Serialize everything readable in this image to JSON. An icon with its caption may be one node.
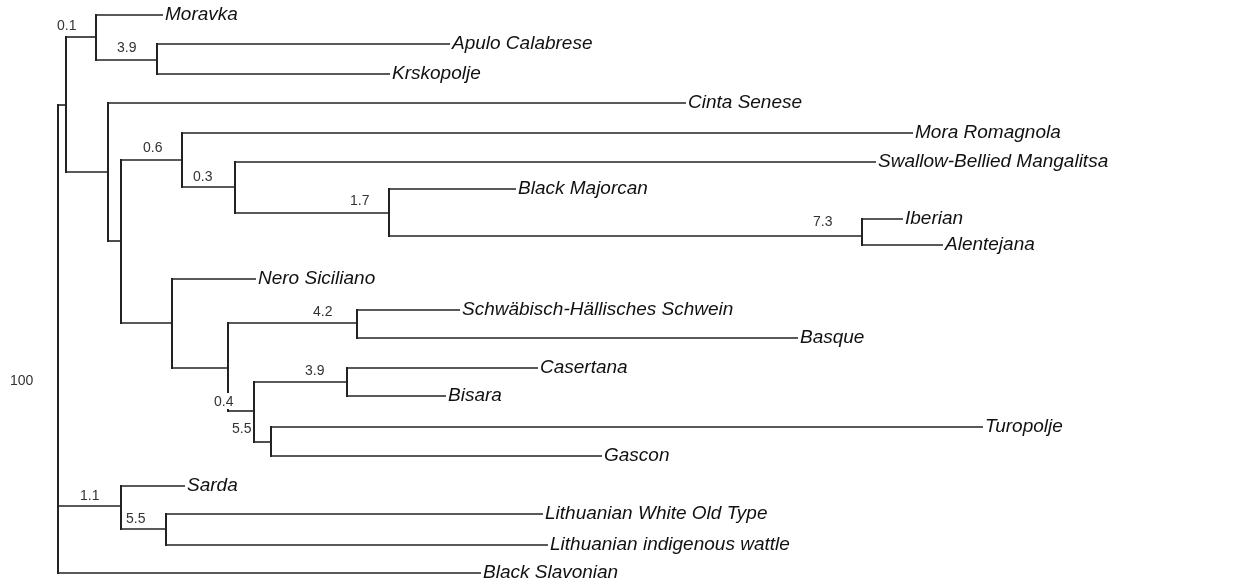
{
  "diagram": {
    "nodes": [
      {
        "text": [],
        "shape": "bar",
        "beside": [
          "100"
        ]
      },
      {
        "text": [],
        "shape": "bar"
      },
      {
        "text": [],
        "shape": "bar"
      },
      {
        "text": [
          "Moravka"
        ]
      },
      {
        "text": [],
        "shape": "bar",
        "beside": [
          "3.9"
        ]
      },
      {
        "text": [
          "Apulo Calabrese"
        ]
      },
      {
        "text": [
          "Krskopolje"
        ]
      },
      {
        "text": [],
        "shape": "bar"
      },
      {
        "text": [
          "Cinta Senese"
        ]
      },
      {
        "text": [],
        "shape": "bar"
      },
      {
        "text": [],
        "shape": "bar",
        "beside": [
          "0.6"
        ]
      },
      {
        "text": [
          "Mora Romagnola"
        ]
      },
      {
        "text": [],
        "shape": "bar"
      },
      {
        "text": [
          "Swallow-Bellied Mangalitsa"
        ]
      },
      {
        "text": [],
        "shape": "bar",
        "beside": [
          "1.7"
        ]
      },
      {
        "text": [
          "Black Majorcan"
        ]
      },
      {
        "text": [],
        "shape": "bar",
        "beside": [
          "7.3"
        ]
      },
      {
        "text": [
          "Iberian"
        ]
      },
      {
        "text": [
          "Alentejana"
        ]
      },
      {
        "text": [],
        "shape": "bar"
      },
      {
        "text": [
          "Nero Siciliano"
        ]
      },
      {
        "text": [],
        "shape": "bar"
      },
      {
        "text": [],
        "shape": "bar",
        "beside": [
          "4.2"
        ]
      },
      {
        "text": [
          "Schwäbisch-Hällisches Schwein"
        ]
      },
      {
        "text": [
          "Basque"
        ]
      },
      {
        "text": [],
        "shape": "bar"
      },
      {
        "text": [],
        "shape": "bar",
        "beside": [
          "3.9"
        ]
      },
      {
        "text": [
          "Casertana"
        ]
      },
      {
        "text": [
          "Bisara"
        ]
      },
      {
        "text": [],
        "shape": "bar"
      },
      {
        "text": [
          "Turopolje"
        ]
      },
      {
        "text": [
          "Gascon"
        ]
      },
      {
        "text": [],
        "shape": "bar",
        "beside": [
          "1.1"
        ]
      },
      {
        "text": [
          "Sarda"
        ]
      },
      {
        "text": [],
        "shape": "bar"
      },
      {
        "text": [
          "Lithuanian White Old Type"
        ]
      },
      {
        "text": [
          "Lithuanian indigenous wattle"
        ]
      },
      {
        "text": [
          "Black Slavonian"
        ]
      }
    ],
    "edges": [
      {
        "from": 0,
        "to": 1,
        "arrow": "none"
      },
      {
        "from": 1,
        "to": 2,
        "arrow": "none"
      },
      {
        "from": 2,
        "to": 3,
        "arrow": "none"
      },
      {
        "from": 2,
        "to": 4,
        "arrow": "none"
      },
      {
        "from": 4,
        "to": 5,
        "arrow": "none"
      },
      {
        "from": 4,
        "to": 6,
        "arrow": "none"
      },
      {
        "from": 1,
        "to": 7,
        "arrow": "none"
      },
      {
        "from": 7,
        "to": 8,
        "arrow": "none"
      },
      {
        "from": 7,
        "to": 9,
        "arrow": "none"
      },
      {
        "from": 9,
        "to": 10,
        "arrow": "none"
      },
      {
        "from": 10,
        "to": 11,
        "arrow": "none"
      },
      {
        "from": 10,
        "to": 12,
        "arrow": "none"
      },
      {
        "from": 12,
        "to": 13,
        "arrow": "none"
      },
      {
        "from": 12,
        "to": 14,
        "arrow": "none"
      },
      {
        "from": 14,
        "to": 15,
        "arrow": "none"
      },
      {
        "from": 14,
        "to": 16,
        "arrow": "none"
      },
      {
        "from": 16,
        "to": 17,
        "arrow": "none"
      },
      {
        "from": 16,
        "to": 18,
        "arrow": "none"
      },
      {
        "from": 9,
        "to": 19,
        "arrow": "none"
      },
      {
        "from": 19,
        "to": 20,
        "arrow": "none"
      },
      {
        "from": 19,
        "to": 21,
        "arrow": "none"
      },
      {
        "from": 21,
        "to": 22,
        "arrow": "none"
      },
      {
        "from": 22,
        "to": 23,
        "arrow": "none"
      },
      {
        "from": 22,
        "to": 24,
        "arrow": "none"
      },
      {
        "from": 21,
        "to": 25,
        "arrow": "none"
      },
      {
        "from": 25,
        "to": 26,
        "arrow": "none"
      },
      {
        "from": 26,
        "to": 27,
        "arrow": "none"
      },
      {
        "from": 26,
        "to": 28,
        "arrow": "none"
      },
      {
        "from": 25,
        "to": 29,
        "arrow": "none"
      },
      {
        "from": 29,
        "to": 30,
        "arrow": "none"
      },
      {
        "from": 29,
        "to": 31,
        "arrow": "none"
      },
      {
        "from": 0,
        "to": 32,
        "arrow": "none"
      },
      {
        "from": 32,
        "to": 33,
        "arrow": "none"
      },
      {
        "from": 32,
        "to": 34,
        "arrow": "none"
      },
      {
        "from": 34,
        "to": 35,
        "arrow": "none"
      },
      {
        "from": 34,
        "to": 36,
        "arrow": "none"
      },
      {
        "from": 0,
        "to": 37,
        "arrow": "none"
      }
    ],
    "labels": [
      "0.1",
      "0.3",
      "0.4",
      "5.5",
      "5.5"
    ]
  }
}
